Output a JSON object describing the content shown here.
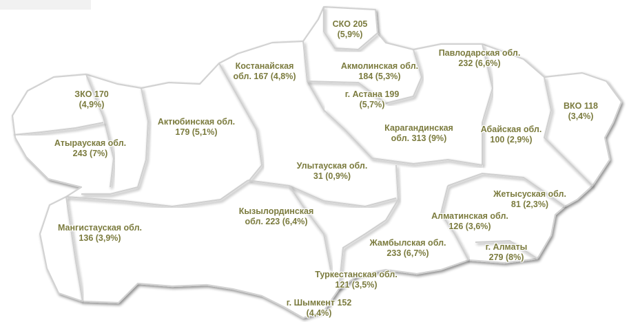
{
  "map": {
    "regions": [
      {
        "id": "sko",
        "line1": "СКО 205",
        "line2": "(5,9%)"
      },
      {
        "id": "kostanay",
        "line1": "Костанайская",
        "line2": "обл. 167 (4,8%)"
      },
      {
        "id": "akmola",
        "line1": "Акмолинская обл.",
        "line2": "184 (5,3%)"
      },
      {
        "id": "pavlodar",
        "line1": "Павлодарская обл.",
        "line2": "232 (6,6%)"
      },
      {
        "id": "astana",
        "line1": "г. Астана 199",
        "line2": "(5,7%)"
      },
      {
        "id": "zko",
        "line1": "ЗКО 170",
        "line2": "(4,9%)"
      },
      {
        "id": "vko",
        "line1": "ВКО 118",
        "line2": "(3,4%)"
      },
      {
        "id": "aktobe",
        "line1": "Актюбинская обл.",
        "line2": "179 (5,1%)"
      },
      {
        "id": "karaganda",
        "line1": "Карагандинская",
        "line2": "обл. 313 (9%)"
      },
      {
        "id": "abay",
        "line1": "Абайская обл.",
        "line2": "100 (2,9%)"
      },
      {
        "id": "atyrau",
        "line1": "Атырауская обл.",
        "line2": "243 (7%)"
      },
      {
        "id": "ulytau",
        "line1": "Улытауская обл.",
        "line2": "31 (0,9%)"
      },
      {
        "id": "zhetysu",
        "line1": "Жетысуская обл.",
        "line2": "81 (2,3%)"
      },
      {
        "id": "kyzylorda",
        "line1": "Кызылординская",
        "line2": "обл. 223 (6,4%)"
      },
      {
        "id": "almaty-obl",
        "line1": "Алматинская обл.",
        "line2": "126 (3,6%)"
      },
      {
        "id": "mangystau",
        "line1": "Мангистауская обл.",
        "line2": "136 (3,9%)"
      },
      {
        "id": "zhambyl",
        "line1": "Жамбылская обл.",
        "line2": "233 (6,7%)"
      },
      {
        "id": "almaty-city",
        "line1": "г. Алматы",
        "line2": "279 (8%)"
      },
      {
        "id": "turkestan",
        "line1": "Туркестанская обл.",
        "line2": "121 (3,5%)"
      },
      {
        "id": "shymkent",
        "line1": "г. Шымкент 152",
        "line2": "(4,4%)"
      }
    ]
  },
  "colors": {
    "label_text": "#7b7b3e",
    "region_fill": "#ffffff",
    "border": "#d2d2d2"
  }
}
